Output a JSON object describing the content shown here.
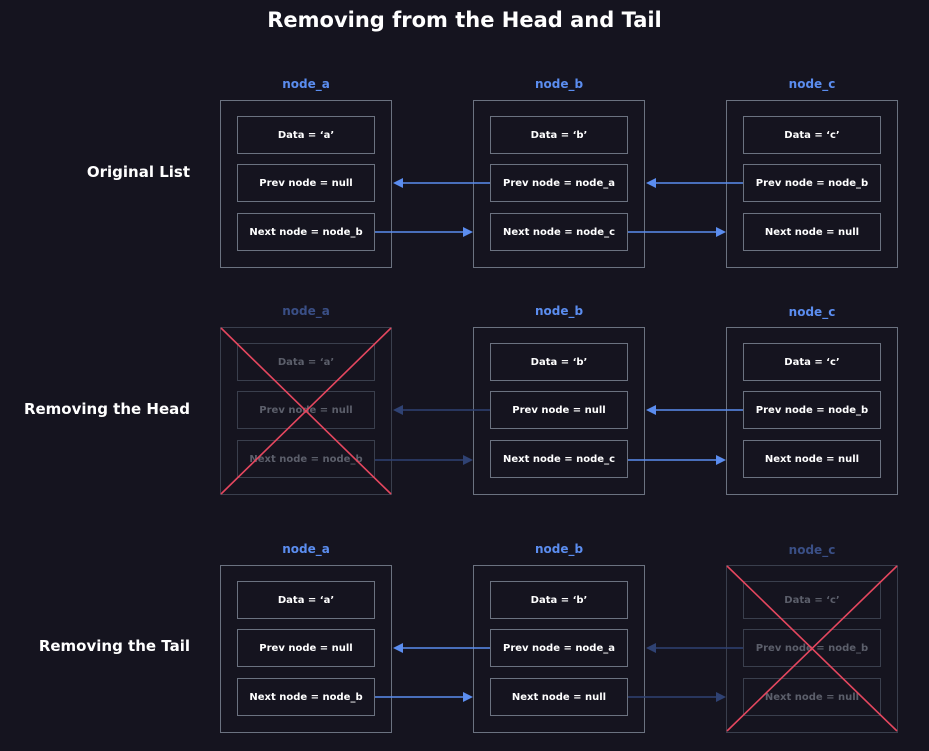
{
  "title": "Removing from the Head and Tail",
  "rows": [
    {
      "label": "Original List",
      "nodes": [
        {
          "name": "node_a",
          "data": "Data = ‘a’",
          "prev": "Prev node = null",
          "next": "Next node = node_b",
          "removed": false
        },
        {
          "name": "node_b",
          "data": "Data = ‘b’",
          "prev": "Prev node = node_a",
          "next": "Next node = node_c",
          "removed": false
        },
        {
          "name": "node_c",
          "data": "Data = ‘c’",
          "prev": "Prev node = node_b",
          "next": "Next node = null",
          "removed": false
        }
      ]
    },
    {
      "label": "Removing the Head",
      "nodes": [
        {
          "name": "node_a",
          "data": "Data = ‘a’",
          "prev": "Prev node = null",
          "next": "Next node = node_b",
          "removed": true
        },
        {
          "name": "node_b",
          "data": "Data = ‘b’",
          "prev": "Prev node = null",
          "next": "Next node = node_c",
          "removed": false
        },
        {
          "name": "node_c",
          "data": "Data = ‘c’",
          "prev": "Prev node = node_b",
          "next": "Next node = null",
          "removed": false
        }
      ]
    },
    {
      "label": "Removing the Tail",
      "nodes": [
        {
          "name": "node_a",
          "data": "Data = ‘a’",
          "prev": "Prev node = null",
          "next": "Next node = node_b",
          "removed": false
        },
        {
          "name": "node_b",
          "data": "Data = ‘b’",
          "prev": "Prev node = node_a",
          "next": "Next node = null",
          "removed": false
        },
        {
          "name": "node_c",
          "data": "Data = ‘c’",
          "prev": "Prev node = node_b",
          "next": "Next node = null",
          "removed": true
        }
      ]
    }
  ],
  "colors": {
    "background": "#15141f",
    "accent": "#5b8def",
    "accent_faded": "#3a4f86",
    "border": "#6b7280",
    "removed_cross": "#e5475f"
  }
}
